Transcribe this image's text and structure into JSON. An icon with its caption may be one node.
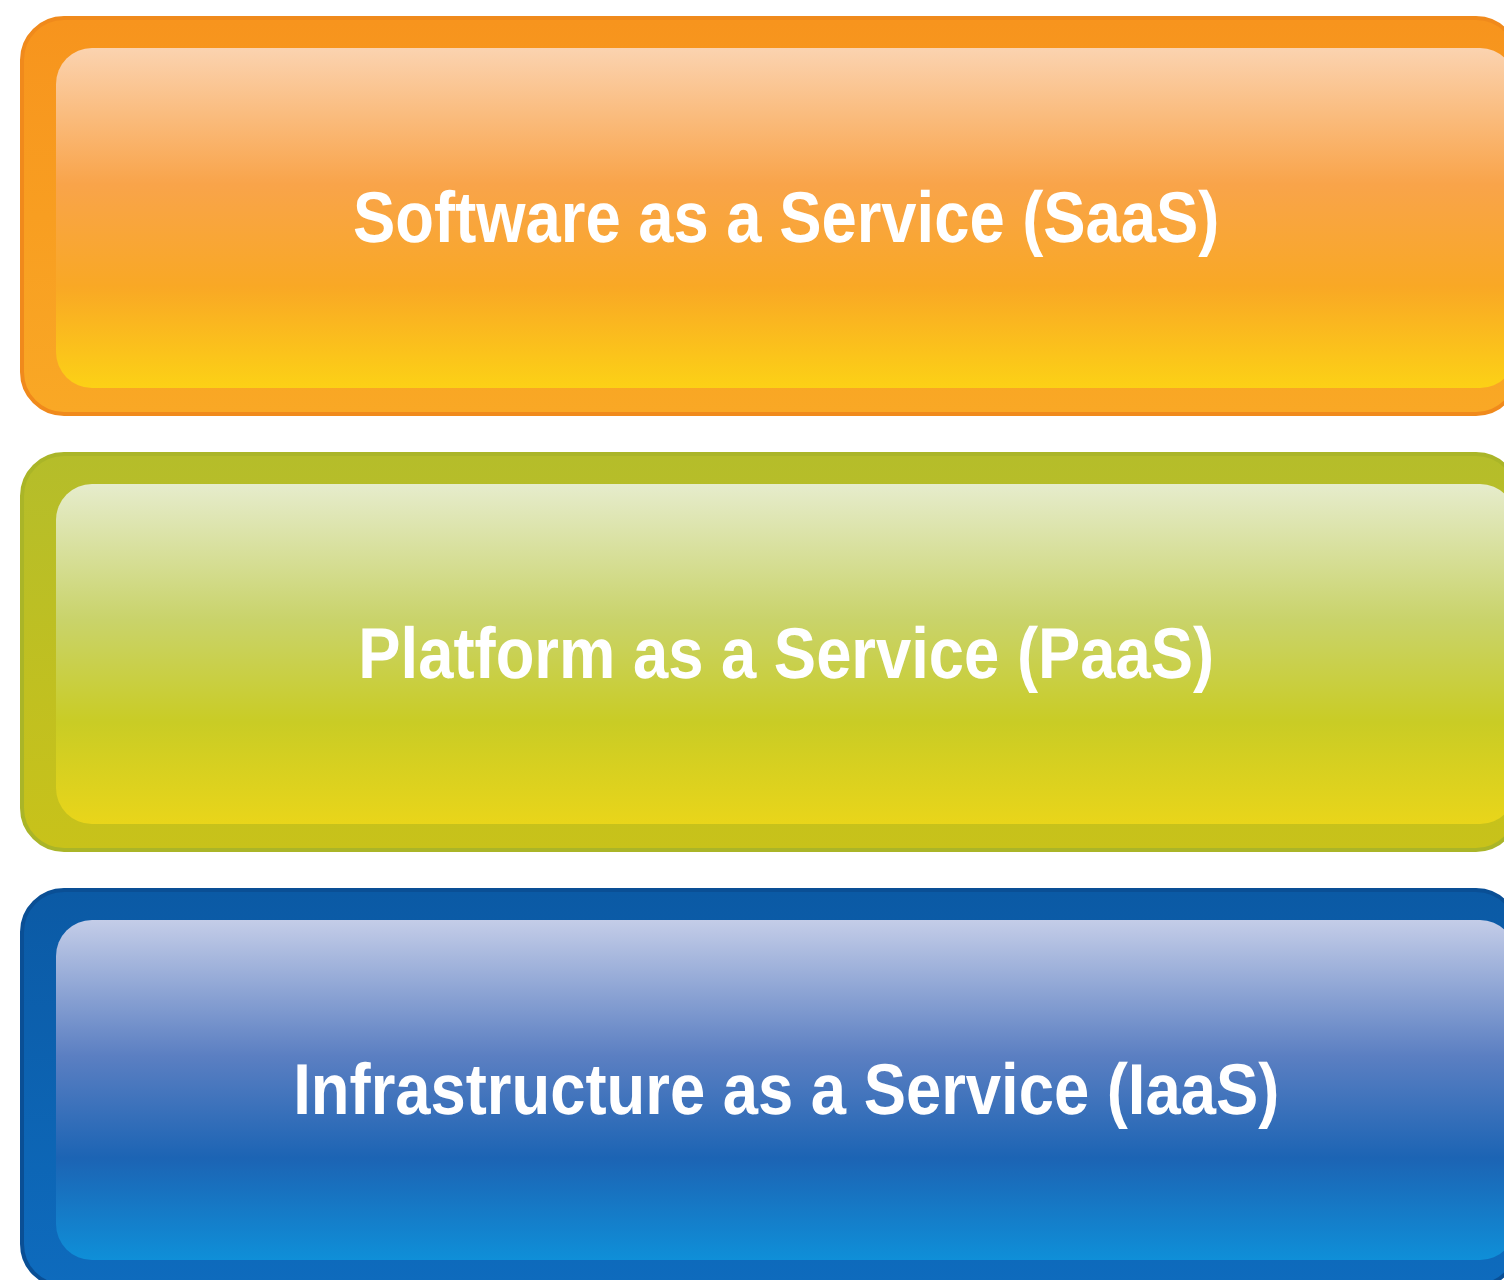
{
  "diagram": {
    "nodes": [
      {
        "text": [
          "Software as a Service (SaaS)"
        ]
      },
      {
        "text": [
          "Platform as a Service (PaaS)"
        ]
      },
      {
        "text": [
          "Infrastructure as a Service (IaaS)"
        ]
      }
    ]
  }
}
